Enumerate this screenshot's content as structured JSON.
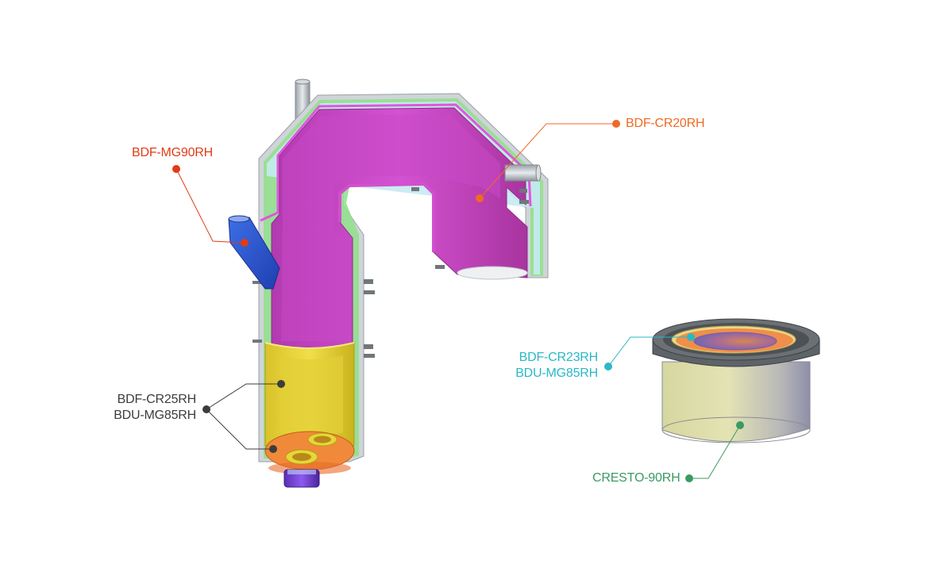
{
  "labels": {
    "mg90": {
      "text": "BDF-MG90RH",
      "color": "#e23b16"
    },
    "cr20": {
      "text": "BDF-CR20RH",
      "color": "#f06a24"
    },
    "cr25": {
      "lines": [
        "BDF-CR25RH",
        "BDU-MG85RH"
      ],
      "color": "#3c3c3c"
    },
    "cr23": {
      "lines": [
        "BDF-CR23RH",
        "BDU-MG85RH"
      ],
      "color": "#2ab8c6"
    },
    "cresto": {
      "text": "CRESTO-90RH",
      "color": "#3b9a63"
    }
  },
  "colors": {
    "magenta_lining": "#c13fbe",
    "yellow_lining": "#e8d53a",
    "orange_bottom": "#f08a3a",
    "blue_snorkel": "#2f5bd6",
    "steel_shell": "#bfc6cc"
  }
}
